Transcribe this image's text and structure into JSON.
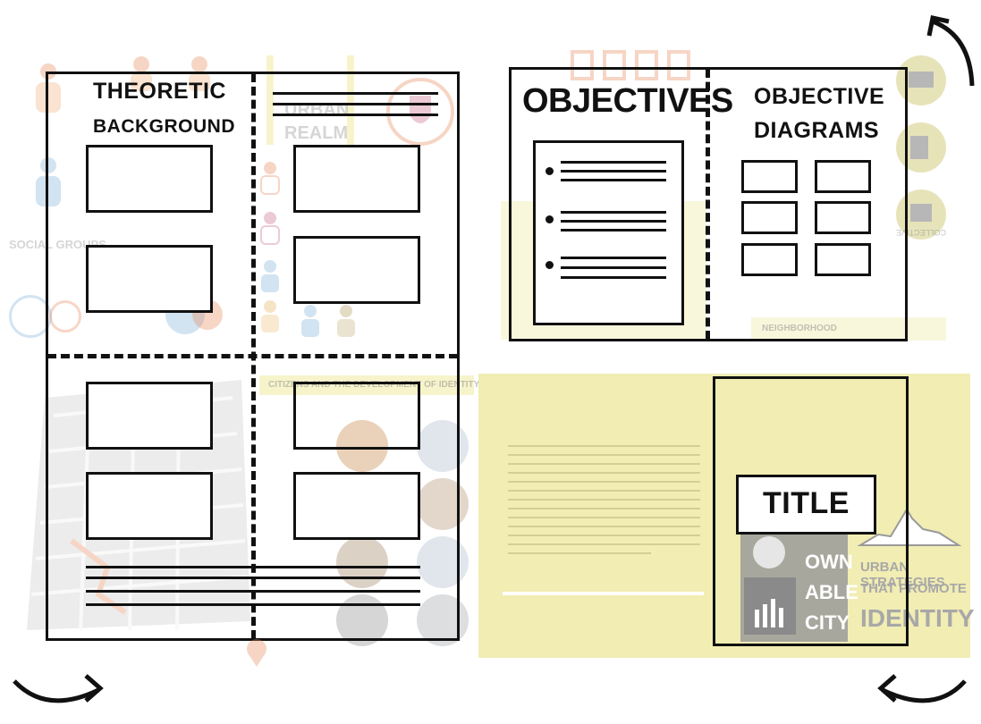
{
  "labels": {
    "theoretic_line1": "THEORETIC",
    "theoretic_line2": "BACKGROUND",
    "objectives": "OBJECTIVES",
    "objective_diagrams_line1": "OBJECTIVE",
    "objective_diagrams_line2": "DIAGRAMS",
    "title": "TITLE"
  },
  "background_text": {
    "urban": "URBAN",
    "realm": "REALM",
    "social_groups": "SOCIAL GROUPS",
    "identity_heading": "CITIZENS AND THE DEVELOPMENT OF IDENTITY",
    "own": "OWN",
    "able": "ABLE",
    "city": "CITY",
    "strategies_line1": "URBAN STRATEGIES",
    "strategies_line2": "THAT PROMOTE",
    "identity": "IDENTITY",
    "collective": "COLLECTIVE",
    "neighborhood": "NEIGHBORHOOD"
  },
  "colors": {
    "ink": "#111111",
    "yellow": "#ece79a",
    "orange": "#e88a5c",
    "blue": "#7fb2d9",
    "grey": "#8a8a8a"
  },
  "icons": [
    "rotate-arrow-top-right",
    "rotate-arrow-bottom-left",
    "rotate-arrow-bottom-right",
    "person-icon",
    "chart-icon"
  ]
}
